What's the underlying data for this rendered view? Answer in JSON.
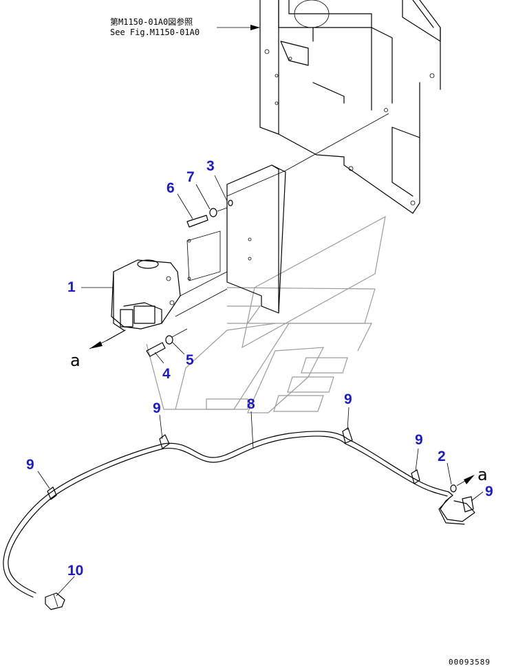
{
  "reference_note": {
    "line1": "第M1150-01A0図参照",
    "line2": "See Fig.M1150-01A0"
  },
  "callouts": [
    "1",
    "2",
    "3",
    "4",
    "5",
    "6",
    "7",
    "8",
    "9",
    "9",
    "9",
    "9",
    "9",
    "10"
  ],
  "connection_letters": [
    "a",
    "a"
  ],
  "drawing_number": "00093589"
}
